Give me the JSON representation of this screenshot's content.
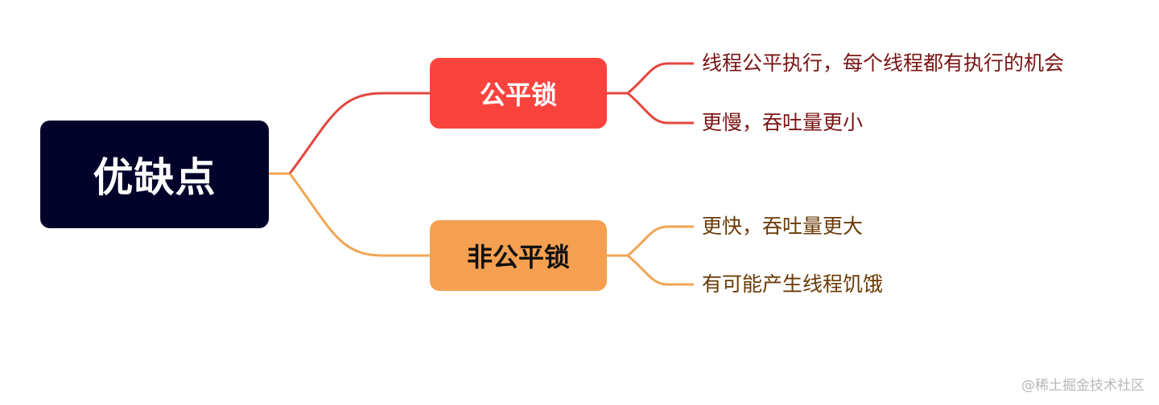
{
  "colors": {
    "root_bg": "#02012a",
    "fair_bg": "#fa433c",
    "unfair_bg": "#f5a051",
    "fair_line": "#e4463f",
    "unfair_line": "#f0a552"
  },
  "root": {
    "label": "优缺点"
  },
  "branches": [
    {
      "label": "公平锁",
      "leaves": [
        "线程公平执行，每个线程都有执行的机会",
        "更慢，吞吐量更小"
      ]
    },
    {
      "label": "非公平锁",
      "leaves": [
        "更快，吞吐量更大",
        "有可能产生线程饥饿"
      ]
    }
  ],
  "watermark": "@稀土掘金技术社区"
}
